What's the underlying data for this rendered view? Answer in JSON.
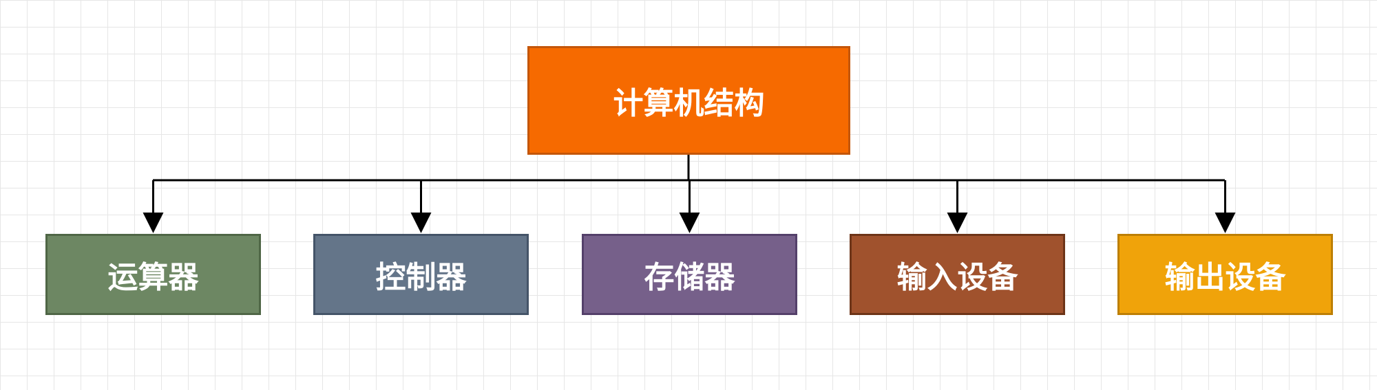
{
  "root": {
    "label": "计算机结构",
    "fill": "#f66a00",
    "border": "#c4560a"
  },
  "children": [
    {
      "label": "运算器",
      "fill": "#6d8763",
      "border": "#4f6646"
    },
    {
      "label": "控制器",
      "fill": "#647589",
      "border": "#445468"
    },
    {
      "label": "存储器",
      "fill": "#76608a",
      "border": "#54406a"
    },
    {
      "label": "输入设备",
      "fill": "#a0522d",
      "border": "#6d3418"
    },
    {
      "label": "输出设备",
      "fill": "#f0a30a",
      "border": "#bd7f05"
    }
  ],
  "connector_color": "#000000"
}
